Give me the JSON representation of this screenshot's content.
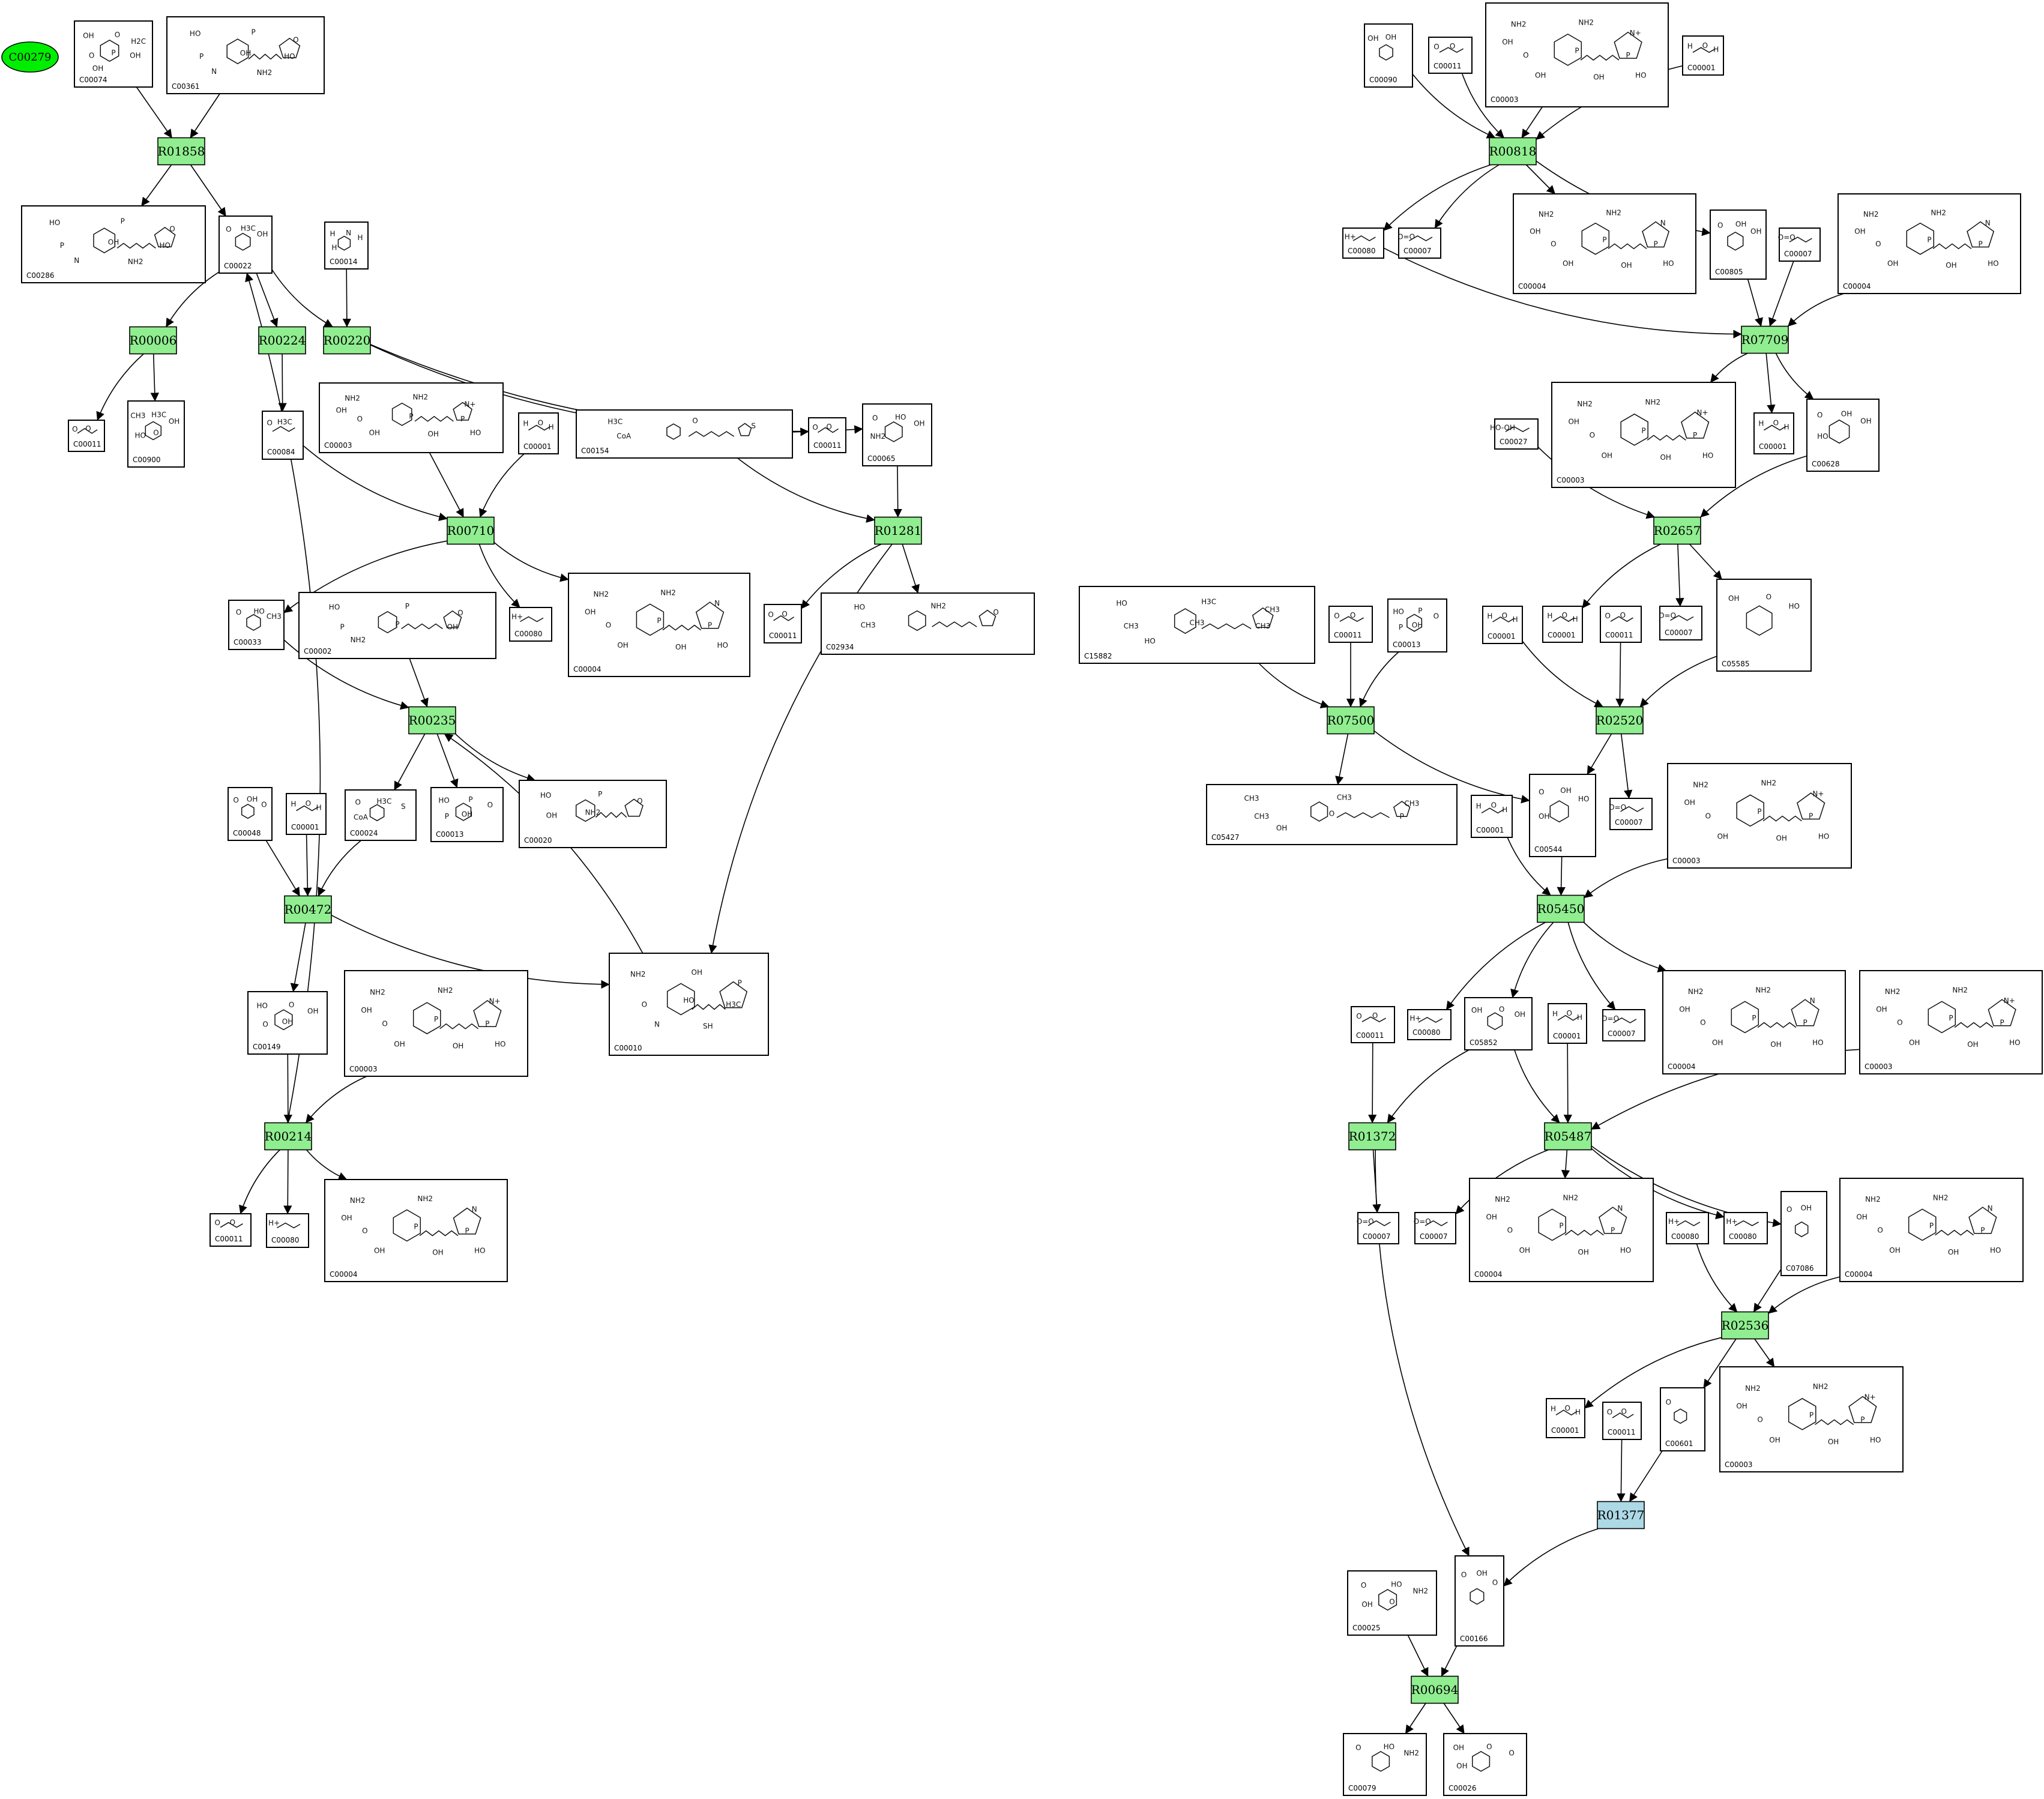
{
  "colors": {
    "reaction_fill": "#90ee90",
    "reaction_highlight_fill": "#add8e6",
    "start_node_fill": "#00ee00",
    "compound_border": "#000000",
    "edge": "#000000"
  },
  "start_node": {
    "label": "C00279"
  },
  "reactions": [
    {
      "id": "R01858"
    },
    {
      "id": "R00006"
    },
    {
      "id": "R00224"
    },
    {
      "id": "R00220"
    },
    {
      "id": "R00710"
    },
    {
      "id": "R01281"
    },
    {
      "id": "R00235"
    },
    {
      "id": "R00472"
    },
    {
      "id": "R00214"
    },
    {
      "id": "R00818"
    },
    {
      "id": "R07709"
    },
    {
      "id": "R02657"
    },
    {
      "id": "R07500"
    },
    {
      "id": "R02520"
    },
    {
      "id": "R05450"
    },
    {
      "id": "R01372"
    },
    {
      "id": "R05487"
    },
    {
      "id": "R02536"
    },
    {
      "id": "R01377",
      "highlight": true
    },
    {
      "id": "R00694"
    }
  ],
  "compounds": [
    {
      "id": "C00074",
      "atoms": [
        "OH",
        "O",
        "H2C",
        "O",
        "P",
        "OH",
        "OH"
      ]
    },
    {
      "id": "C00361",
      "atoms": [
        "HO",
        "P",
        "O",
        "P",
        "OH",
        "HO",
        "N",
        "NH2"
      ]
    },
    {
      "id": "C00286",
      "atoms": [
        "HO",
        "P",
        "O",
        "P",
        "OH",
        "HO",
        "N",
        "NH2"
      ]
    },
    {
      "id": "C00022",
      "atoms": [
        "O",
        "H3C",
        "OH"
      ]
    },
    {
      "id": "C00014",
      "atoms": [
        "H",
        "N",
        "H",
        "H"
      ]
    },
    {
      "id": "C00011",
      "atoms": [
        "O",
        "O"
      ]
    },
    {
      "id": "C00900",
      "atoms": [
        "CH3",
        "H3C",
        "OH",
        "HO",
        "O"
      ]
    },
    {
      "id": "C00084",
      "atoms": [
        "O",
        "H3C"
      ]
    },
    {
      "id": "C00003",
      "atoms": [
        "NH2",
        "NH2",
        "N+",
        "O",
        "P",
        "P",
        "OH",
        "OH",
        "HO",
        "OH"
      ]
    },
    {
      "id": "C00001",
      "atoms": [
        "H",
        "O",
        "H"
      ]
    },
    {
      "id": "C00154",
      "atoms": [
        "H3C",
        "O",
        "S",
        "CoA"
      ]
    },
    {
      "id": "C00065",
      "atoms": [
        "O",
        "HO",
        "OH",
        "NH2"
      ]
    },
    {
      "id": "C00033",
      "atoms": [
        "O",
        "HO",
        "CH3"
      ]
    },
    {
      "id": "C00002",
      "atoms": [
        "HO",
        "P",
        "O",
        "P",
        "P",
        "OH",
        "NH2"
      ]
    },
    {
      "id": "C00080",
      "atoms": [
        "H+"
      ]
    },
    {
      "id": "C00004",
      "atoms": [
        "NH2",
        "NH2",
        "N",
        "O",
        "P",
        "P",
        "OH",
        "OH",
        "HO",
        "OH"
      ]
    },
    {
      "id": "C02934",
      "atoms": [
        "HO",
        "NH2",
        "O",
        "CH3"
      ]
    },
    {
      "id": "C00048",
      "atoms": [
        "O",
        "OH",
        "O"
      ]
    },
    {
      "id": "C00024",
      "atoms": [
        "O",
        "H3C",
        "S",
        "CoA"
      ]
    },
    {
      "id": "C00013",
      "atoms": [
        "HO",
        "P",
        "O",
        "P",
        "OH"
      ]
    },
    {
      "id": "C00020",
      "atoms": [
        "HO",
        "P",
        "O",
        "OH",
        "NH2"
      ]
    },
    {
      "id": "C00149",
      "atoms": [
        "HO",
        "O",
        "OH",
        "O",
        "OH"
      ]
    },
    {
      "id": "C00010",
      "atoms": [
        "NH2",
        "OH",
        "P",
        "O",
        "HO",
        "H3C",
        "N",
        "SH"
      ]
    },
    {
      "id": "C00090",
      "atoms": [
        "OH",
        "OH"
      ]
    },
    {
      "id": "C00007",
      "atoms": [
        "O=O"
      ]
    },
    {
      "id": "C00805",
      "atoms": [
        "O",
        "OH",
        "OH"
      ]
    },
    {
      "id": "C00027",
      "atoms": [
        "HO-OH"
      ]
    },
    {
      "id": "C00628",
      "atoms": [
        "O",
        "OH",
        "OH",
        "HO"
      ]
    },
    {
      "id": "C15882",
      "atoms": [
        "HO",
        "H3C",
        "CH3",
        "CH3",
        "CH3",
        "CH3",
        "HO"
      ]
    },
    {
      "id": "C05585",
      "atoms": [
        "OH",
        "O",
        "HO"
      ]
    },
    {
      "id": "C05427",
      "atoms": [
        "CH3",
        "CH3",
        "CH3",
        "CH3",
        "O",
        "P",
        "OH"
      ]
    },
    {
      "id": "C00544",
      "atoms": [
        "O",
        "OH",
        "HO",
        "OH"
      ]
    },
    {
      "id": "C05852",
      "atoms": [
        "OH",
        "O",
        "OH"
      ]
    },
    {
      "id": "C07086",
      "atoms": [
        "O",
        "OH"
      ]
    },
    {
      "id": "C00601",
      "atoms": [
        "O"
      ]
    },
    {
      "id": "C00166",
      "atoms": [
        "O",
        "OH",
        "O"
      ]
    },
    {
      "id": "C00025",
      "atoms": [
        "O",
        "HO",
        "NH2",
        "OH",
        "O"
      ]
    },
    {
      "id": "C00079",
      "atoms": [
        "O",
        "HO",
        "NH2"
      ]
    },
    {
      "id": "C00026",
      "atoms": [
        "OH",
        "O",
        "O",
        "OH"
      ]
    }
  ]
}
